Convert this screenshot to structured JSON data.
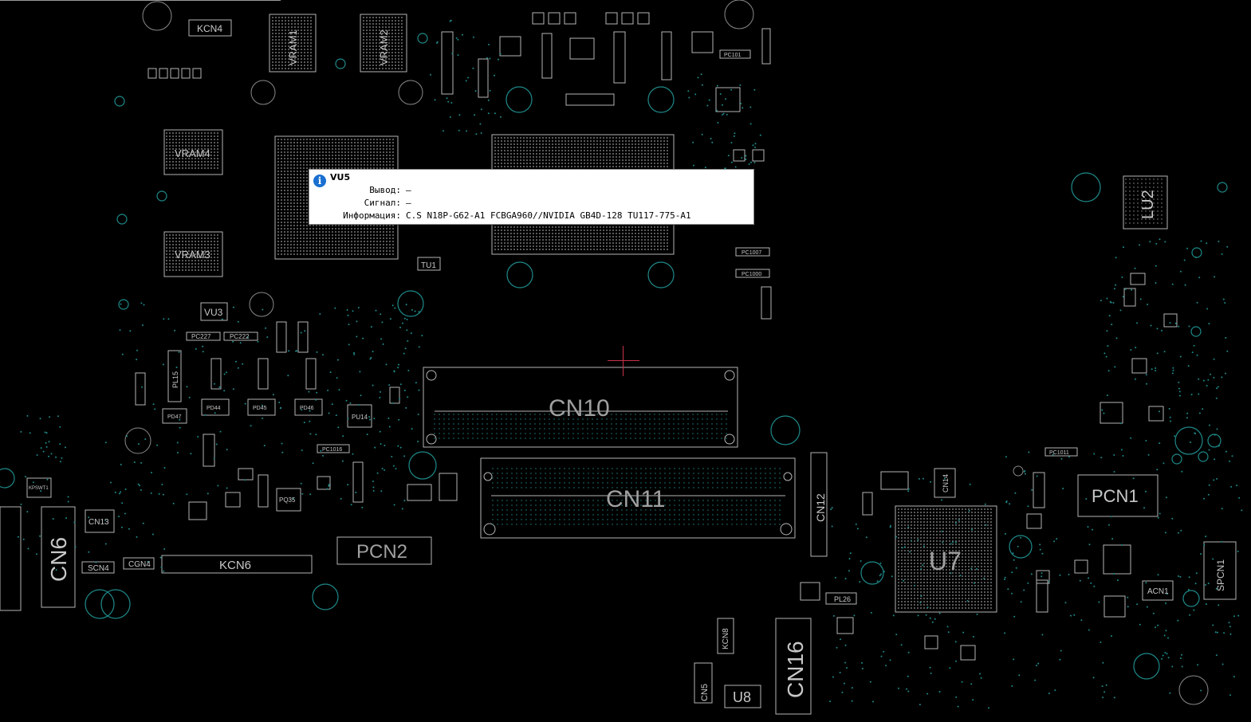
{
  "tooltip": {
    "component": "VU5",
    "rows": [
      {
        "label": "Вывод:",
        "value": "—"
      },
      {
        "label": "Сигнал:",
        "value": "—"
      },
      {
        "label": "Информация:",
        "value": "C.S N18P-G62-A1 FCBGA960//NVIDIA GB4D-128 TU117-775-A1"
      }
    ]
  },
  "labels": {
    "kcn4": "KCN4",
    "vram1": "VRAM1",
    "vram2": "VRAM2",
    "vram4": "VRAM4",
    "vram3": "VRAM3",
    "vu3": "VU3",
    "tu1": "TU1",
    "cn10": "CN10",
    "cn11": "CN11",
    "cn12": "CN12",
    "cn6": "CN6",
    "cn13": "CN13",
    "kcn6": "KCN6",
    "pcn2": "PCN2",
    "u7": "U7",
    "cn16": "CN16",
    "u8": "U8",
    "cn5": "CN5",
    "pcn1": "PCN1",
    "lu2": "LU2",
    "scn4": "SCN4",
    "cgn4": "CGN4",
    "acn1": "ACN1",
    "spcn1": "SPCN1",
    "cn14": "CN14",
    "pu14": "PU14",
    "pq35": "PQ35",
    "pl15": "PL15",
    "pl26": "PL26",
    "kcn8": "KCN8",
    "kpswt1": "KPSWT1",
    "pc101": "PC101",
    "pc227": "PC227",
    "pc222": "PC222",
    "pc1007": "PC1007",
    "pc1000": "PC1000",
    "pc1016": "PC1016",
    "pc1011": "PC1011",
    "pd47": "PD47",
    "pd44": "PD44",
    "pd45": "PD45",
    "pd46": "PD46"
  },
  "colors": {
    "background": "#000000",
    "outline": "#b4b4b4",
    "via": "#1f8a8a",
    "cursor": "#c8304a",
    "info": "#1a6fd1"
  }
}
